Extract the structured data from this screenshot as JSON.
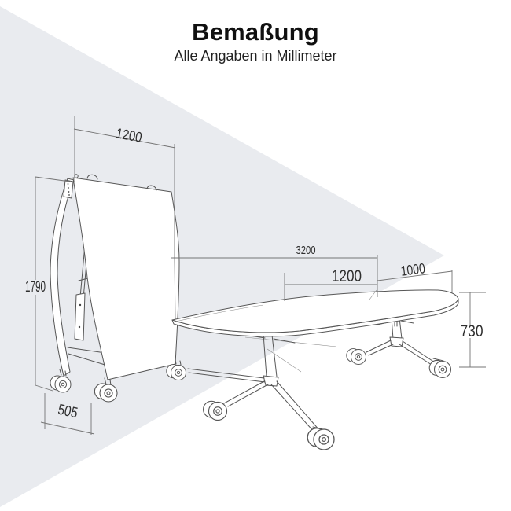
{
  "title": "Bemaßung",
  "subtitle": "Alle Angaben in Millimeter",
  "dimensions": {
    "folded_width": "1200",
    "folded_height": "1790",
    "folded_depth": "505",
    "total_length": "3200",
    "segment_main": "1200",
    "segment_end": "1000",
    "table_height": "730"
  },
  "colors": {
    "background": "#ffffff",
    "watermark": "#e9ebef",
    "line": "#565656",
    "dimension_line": "#747474",
    "label": "#2e2e2e"
  }
}
